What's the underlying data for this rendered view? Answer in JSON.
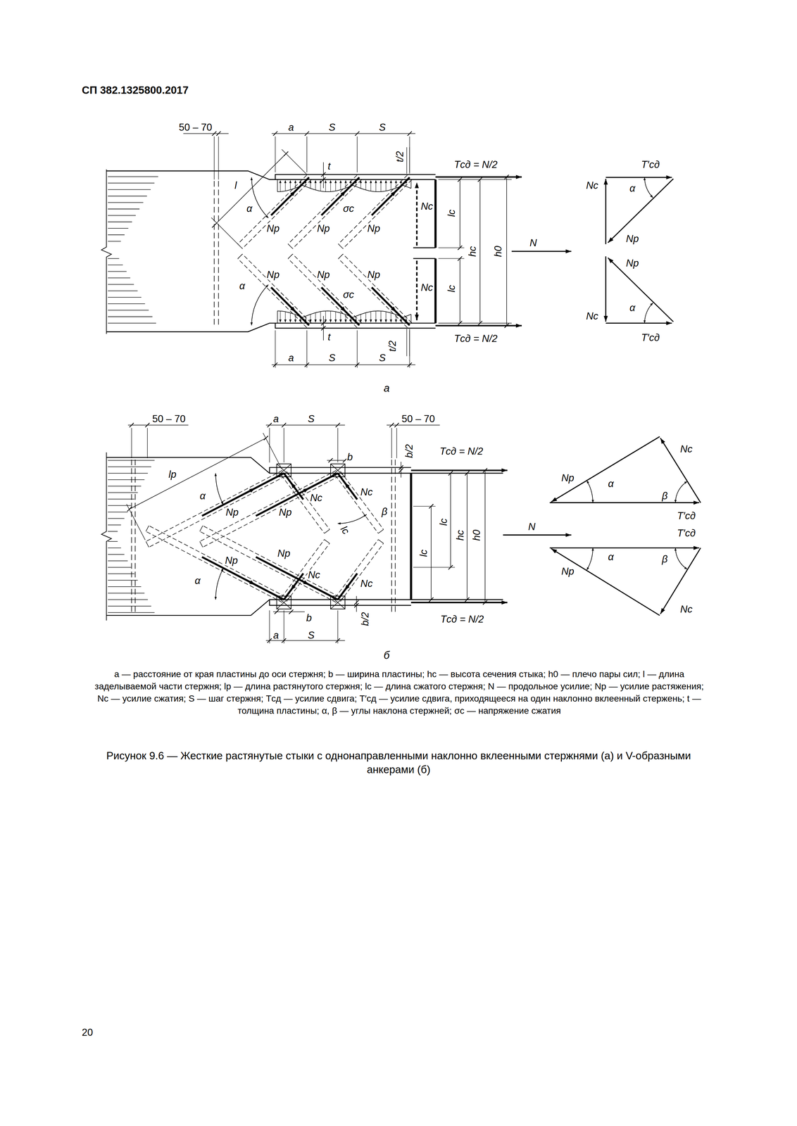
{
  "diagram": {
    "caption": "Рисунок 9.6 — Жесткие растянутые стыки с однонаправленными наклонно вклеенными стержнями (а) и V-образными анкерами (б)",
    "labels": [
      "СП 382.1325800.2017",
      "50 – 70",
      "a",
      "S",
      "S",
      "l",
      "α",
      "t",
      "t/2",
      "Tсд = N/2",
      "Nр",
      "Nр",
      "Nр",
      "σс",
      "Nс",
      "lс",
      "hс",
      "h0",
      "N",
      "Nр",
      "Nр",
      "Nр",
      "σс",
      "Nс",
      "lс",
      "α",
      "t",
      "t/2",
      "Tсд = N/2",
      "a",
      "S",
      "S",
      "T′сд",
      "Nс",
      "α",
      "Nр",
      "Nр",
      "α",
      "Nс",
      "T′сд",
      "а",
      "50 – 70",
      "a",
      "S",
      "50 – 70",
      "b",
      "b/2",
      "Tсд = N/2",
      "lр",
      "α",
      "Nр",
      "Nр",
      "Nс",
      "Nс",
      "lс",
      "β",
      "lс",
      "hс",
      "h0",
      "N",
      "lс",
      "Nр",
      "Nр",
      "Nс",
      "Nс",
      "α",
      "b",
      "b/2",
      "Tсд = N/2",
      "a",
      "S",
      "Nс",
      "Nр",
      "α",
      "β",
      "T′сд",
      "T′сд",
      "α",
      "β",
      "Nр",
      "Nс",
      "б",
      "a — расстояние от края пластины до оси стержня; b — ширина пластины; hс — высота сечения стыка; h0 — плечо пары сил; l — длина заделываемой части стержня; lр — длина растянутого стержня; lс — длина сжатого стержня; N — продольное усилие; Nр — усилие растяжения; Nс — усилие сжатия; S — шаг стержня; Tсд — усилие сдвига; T′сд — усилие сдвига, приходящееся на один наклонно вклеенный стержень; t — толщина пластины; α, β — углы наклона стержней; σс — напряжение сжатия",
      "20"
    ]
  }
}
